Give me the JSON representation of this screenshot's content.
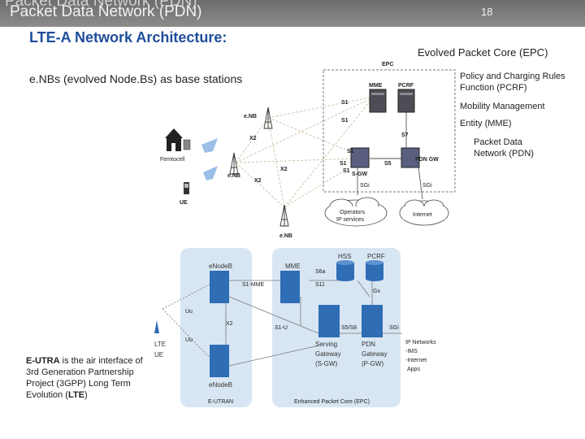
{
  "header": {
    "title_ghost": "Packet Data Network (PDN)",
    "title": "Packet Data Network (PDN)",
    "slide_number": "18"
  },
  "heading": "LTE-A Network Architecture:",
  "subheading": "e.NBs (evolved Node.Bs) as base stations",
  "epc_caption": "Evolved Packet Core (EPC)",
  "notes": {
    "pcrf": "Policy and Charging Rules Function (PCRF)",
    "mme_1": "Mobility Management",
    "mme_2": "Entity (MME)",
    "pdn": "Packet Data Network (PDN)"
  },
  "eutra": {
    "bold": "E-UTRA",
    "text1": " is the air interface of 3rd Generation Partnership Project (3GPP) Long Term Evolution (",
    "bold2": "LTE",
    "text2": ")"
  },
  "diagram1": {
    "epc": "EPC",
    "mme": "MME",
    "pcrf": "PCRF",
    "s1a": "S1",
    "s1b": "S1",
    "s1c": "S1",
    "s1d": "S1",
    "s1e": "S1",
    "s7": "S7",
    "s5": "S5",
    "sgw": "S-GW",
    "pdngw": "PDN GW",
    "sgi1": "SGi",
    "sgi2": "SGi",
    "operators1": "Operators",
    "operators2": "IP services",
    "internet": "Internet",
    "enb_top": "e.NB",
    "enb_mid": "e.NB",
    "enb_bot": "e.NB",
    "femtocell": "Femtocell",
    "ue": "UE",
    "x2a": "X2",
    "x2b": "X2",
    "x2c": "X2"
  },
  "diagram2": {
    "enodeb_top": "eNodeB",
    "enodeb_bot": "eNodeB",
    "mme": "MME",
    "hss": "HSS",
    "pcrf": "PCRF",
    "s1mme": "S1-MME",
    "s6a": "S6a",
    "s11": "S11",
    "gx": "Gx",
    "x2": "X2",
    "uu1": "Uu",
    "uu2": "Uu",
    "s1u": "S1-U",
    "s5s8": "S5/S8",
    "sgi": "SGi",
    "sgw1": "Serving",
    "sgw2": "Gateway",
    "sgw3": "(S-GW)",
    "pgw1": "PDN",
    "pgw2": "Gateway",
    "pgw3": "(P-GW)",
    "ipn1": "IP Networks",
    "ipn2": "-IMS",
    "ipn3": "-Internet",
    "ipn4": "Apps",
    "lte": "LTE",
    "ue": "UE",
    "eutran": "E-UTRAN",
    "epc": "Enhanced Packet Core (EPC)"
  }
}
